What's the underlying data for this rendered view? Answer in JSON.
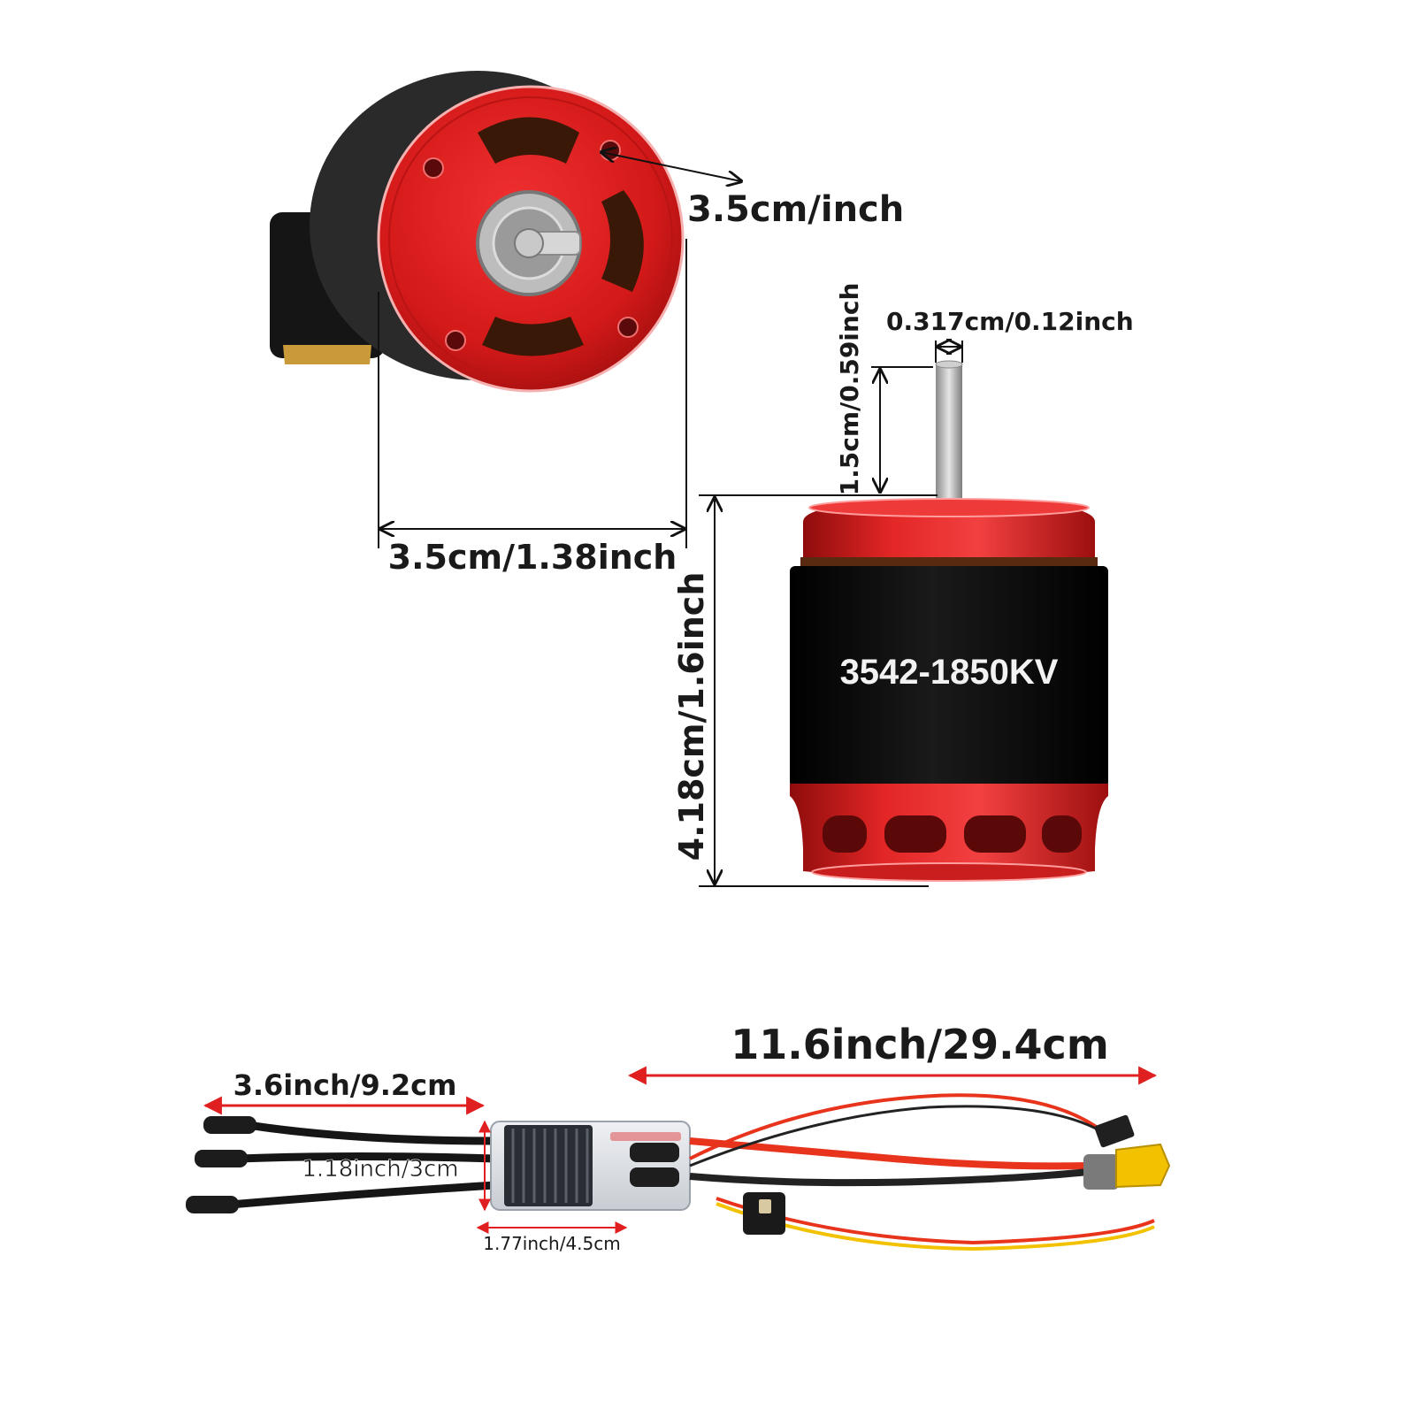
{
  "motor_front": {
    "hole_dimension": "3.5cm/inch",
    "diameter": "3.5cm/1.38inch"
  },
  "motor_side": {
    "model": "3542-1850KV",
    "shaft_diameter": "0.317cm/0.12inch",
    "shaft_length": "1.5cm/0.59inch",
    "body_length": "4.18cm/1.6inch"
  },
  "esc": {
    "power_lead_length": "11.6inch/29.4cm",
    "motor_lead_length": "3.6inch/9.2cm",
    "board_width": "1.18inch/3cm",
    "board_length": "1.77inch/4.5cm"
  },
  "colors": {
    "motor_red": "#d81e1e",
    "motor_black": "#0d0d0d",
    "dim_arrow_red": "#e02020",
    "wire_red": "#e8341c",
    "connector_yellow": "#f2c200"
  }
}
